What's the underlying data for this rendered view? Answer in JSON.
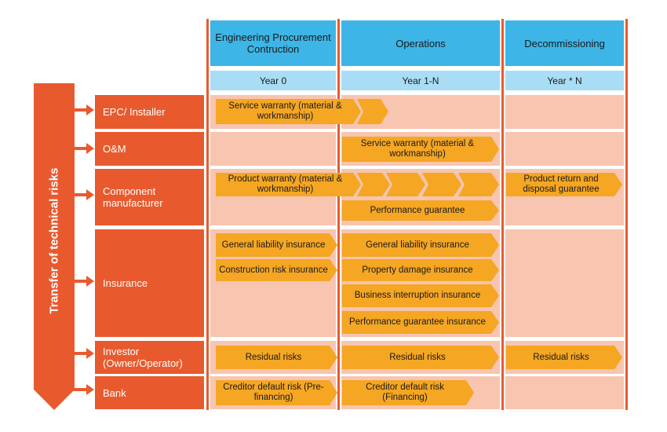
{
  "phases": [
    "Engineering Procurement Contruction",
    "Operations",
    "Decommissioning"
  ],
  "years": [
    "Year 0",
    "Year 1-N",
    "Year * N"
  ],
  "side_label": "Transfer of technical risks",
  "roles": [
    "EPC/ Installer",
    "O&M",
    "Component manufacturer",
    "Insurance",
    "Investor (Owner/Operator)",
    "Bank"
  ],
  "items": {
    "epc_service_warranty": "Service warranty (material & workmanship)",
    "om_service_warranty": "Service warranty (material & workmanship)",
    "product_warranty": "Product warranty (material & workmanship)",
    "product_return": "Product return and disposal guarantee",
    "performance_guarantee": "Performance guarantee",
    "general_liability_0": "General liability insurance",
    "construction_risk": "Construction risk insurance",
    "general_liability_ops": "General liability insurance",
    "property_damage": "Property damage insurance",
    "business_interruption": "Business interruption insurance",
    "performance_guarantee_ins": "Performance guarantee insurance",
    "residual_0": "Residual risks",
    "residual_ops": "Residual risks",
    "residual_decom": "Residual risks",
    "creditor_pre": "Creditor default risk (Pre-financing)",
    "creditor_fin": "Creditor default risk (Financing)"
  },
  "colors": {
    "orange_dark": "#e85a2e",
    "orange_arrow": "#f5a623",
    "salmon": "#f7c5b0",
    "blue": "#3db5e6",
    "light_blue": "#a8ddf5"
  }
}
